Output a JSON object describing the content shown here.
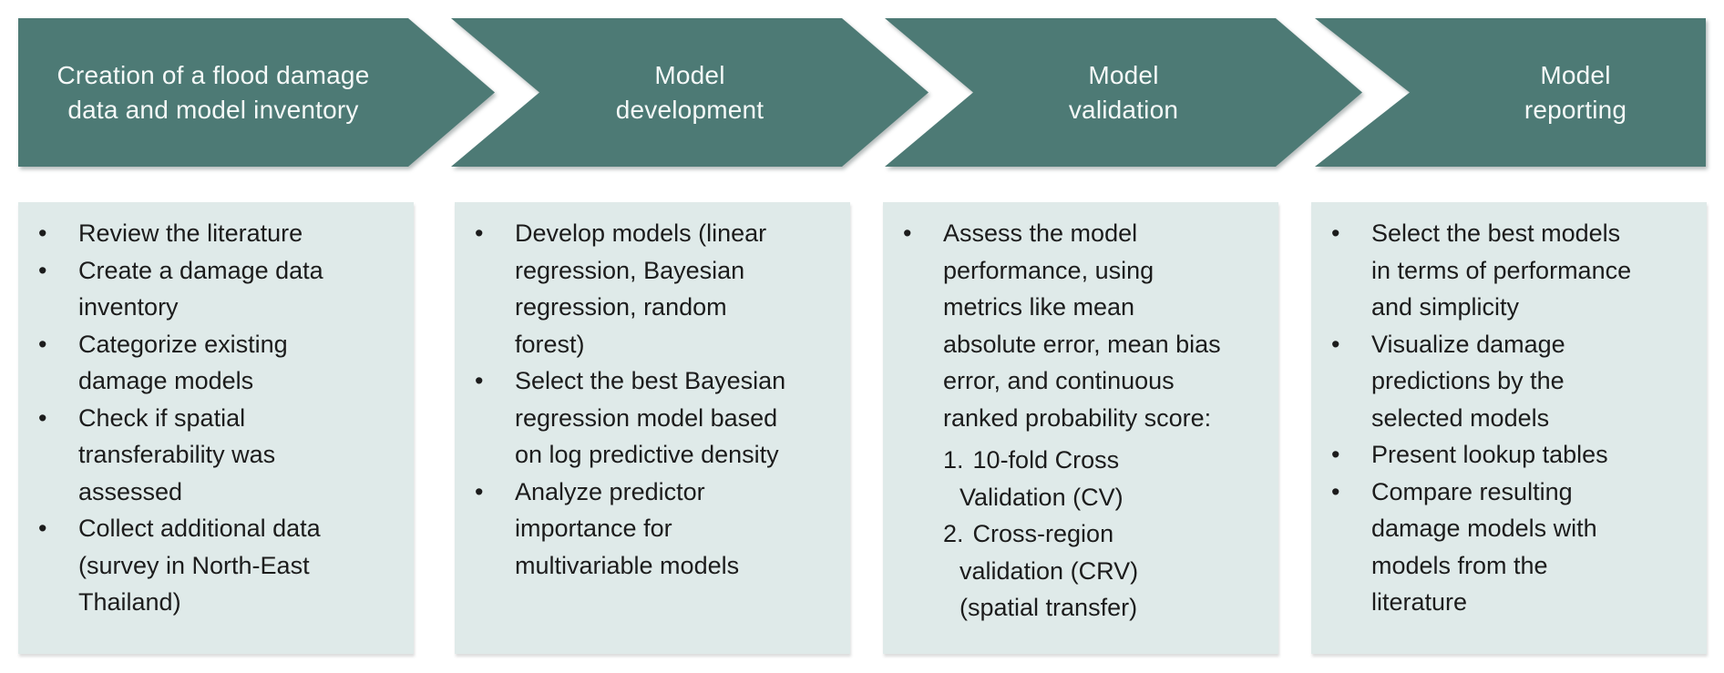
{
  "colors": {
    "arrow_fill": "#4d7a75",
    "box_fill": "#dfeae9",
    "arrow_text": "#f5f9f8",
    "body_text": "#1c1c1c",
    "background": "#ffffff"
  },
  "stages": [
    {
      "title_lines": [
        "Creation of a flood damage",
        "data and model inventory"
      ],
      "items": [
        {
          "marker": "•",
          "text": "Review the literature"
        },
        {
          "marker": "•",
          "text": "Create a damage data\ninventory"
        },
        {
          "marker": "•",
          "text": "Categorize existing\ndamage models"
        },
        {
          "marker": "•",
          "text": "Check if spatial\ntransferability was\nassessed"
        },
        {
          "marker": "•",
          "text": "Collect additional data\n(survey in North-East\nThailand)"
        }
      ]
    },
    {
      "title_lines": [
        "Model",
        "development"
      ],
      "items": [
        {
          "marker": "•",
          "text": "Develop models (linear\nregression, Bayesian\nregression, random\nforest)"
        },
        {
          "marker": "•",
          "text": "Select the best Bayesian\nregression model based\non log predictive density"
        },
        {
          "marker": "•",
          "text": "Analyze predictor\nimportance for\nmultivariable models"
        }
      ]
    },
    {
      "title_lines": [
        "Model",
        "validation"
      ],
      "items": [
        {
          "marker": "•",
          "text": "Assess the model\nperformance, using\nmetrics like mean\nabsolute error, mean bias\nerror, and continuous\nranked probability score:"
        },
        {
          "marker": "1.",
          "text": "10-fold Cross\nValidation (CV)"
        },
        {
          "marker": "2.",
          "text": "Cross-region\nvalidation (CRV)\n(spatial transfer)"
        }
      ]
    },
    {
      "title_lines": [
        "Model",
        "reporting"
      ],
      "items": [
        {
          "marker": "•",
          "text": "Select the best models\nin terms of performance\nand simplicity"
        },
        {
          "marker": "•",
          "text": "Visualize damage\npredictions by the\nselected models"
        },
        {
          "marker": "•",
          "text": "Present lookup tables"
        },
        {
          "marker": "•",
          "text": "Compare resulting\ndamage models with\nmodels from the\nliterature"
        }
      ]
    }
  ]
}
